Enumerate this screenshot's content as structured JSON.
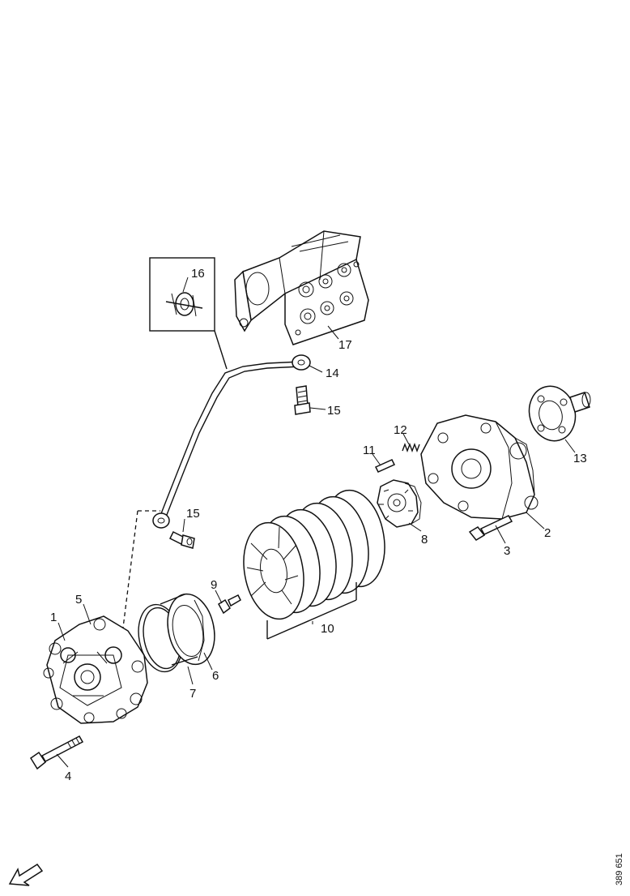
{
  "callouts": {
    "c1": "1",
    "c2": "2",
    "c3": "3",
    "c4": "4",
    "c5": "5",
    "c6": "6",
    "c7": "7",
    "c8": "8",
    "c9": "9",
    "c10": "10",
    "c11": "11",
    "c12": "12",
    "c13": "13",
    "c14": "14",
    "c15a": "15",
    "c15b": "15",
    "c16": "16",
    "c17": "17"
  },
  "reference_number": "389 651",
  "icons": {
    "orientation_arrow": "arrow-down-left-icon"
  }
}
